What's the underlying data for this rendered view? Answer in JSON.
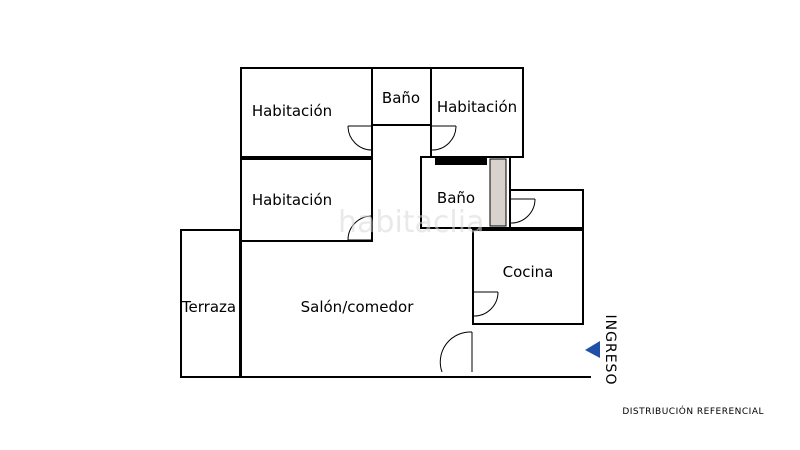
{
  "rooms": {
    "habitacion_1": "Habitación",
    "bano_1": "Baño",
    "habitacion_2": "Habitación",
    "habitacion_3": "Habitación",
    "bano_2": "Baño",
    "cocina": "Cocina",
    "terraza": "Terraza",
    "salon": "Salón/comedor"
  },
  "entrance": {
    "label": "INGRESO"
  },
  "footer": {
    "note": "DISTRIBUCIÓN  REFERENCIAL"
  },
  "watermark": {
    "text": "habitaclia"
  },
  "colors": {
    "wall": "#000000",
    "entrance_arrow": "#1f4fa8",
    "wardrobe": "#d9d2cc",
    "background": "#ffffff"
  }
}
